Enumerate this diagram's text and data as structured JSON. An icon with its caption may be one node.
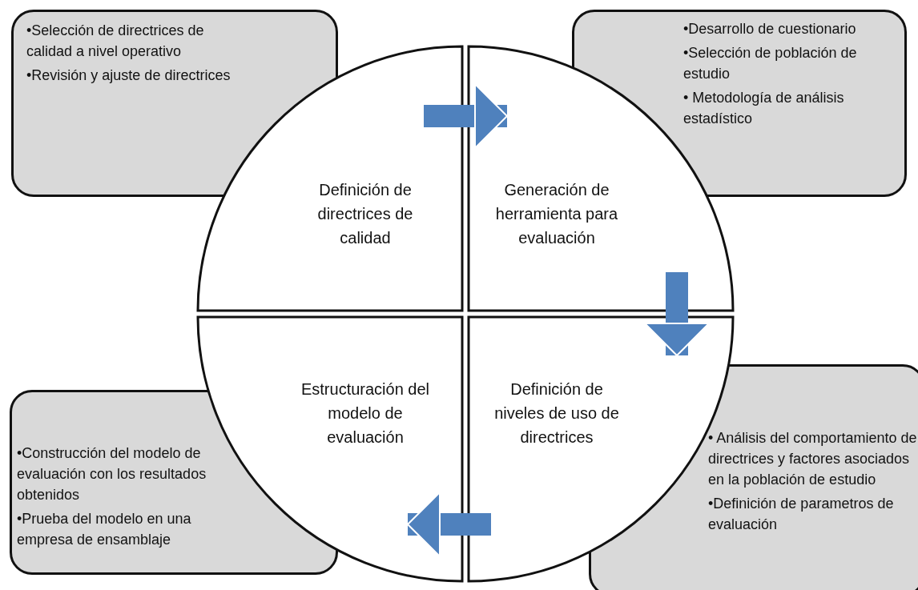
{
  "diagram": {
    "nodes": [
      {
        "text": [
          "•Selección de directrices de calidad a nivel operativo",
          "•Revisión y ajuste de directrices"
        ]
      },
      {
        "text": [
          "Definición de directrices de calidad"
        ]
      },
      {
        "text": [
          "Generación de herramienta para evaluación"
        ]
      },
      {
        "text": [
          "•Desarrollo de cuestionario",
          "•Selección de población de estudio",
          "• Metodología de análisis estadístico"
        ]
      },
      {
        "text": [
          "Estructuración del modelo de evaluación"
        ]
      },
      {
        "text": [
          "Definición de niveles de uso de directrices"
        ]
      },
      {
        "text": [
          "•Construcción del modelo de evaluación con los resultados obtenidos",
          "•Prueba del modelo en una empresa de ensamblaje"
        ]
      },
      {
        "text": [
          "• Análisis del comportamiento de directrices y factores asociados en la población de estudio",
          "•Definición de parametros de evaluación"
        ]
      }
    ],
    "edges": [
      {
        "from": 1,
        "to": 2,
        "arrow": "to"
      },
      {
        "from": 2,
        "to": 5,
        "arrow": "to"
      },
      {
        "from": 5,
        "to": 4,
        "arrow": "to"
      }
    ]
  }
}
